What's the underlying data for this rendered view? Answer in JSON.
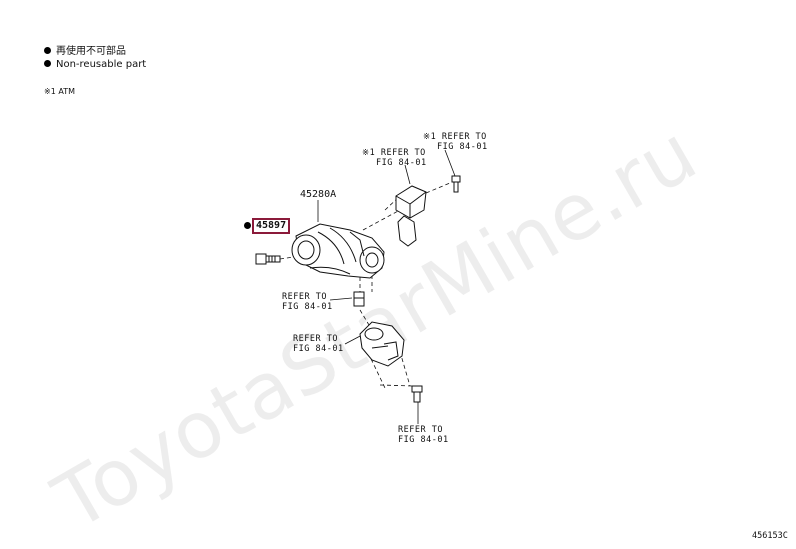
{
  "legend": {
    "line1": "再使用不可部品",
    "line2": "Non-reusable part",
    "note": "※1 ATM"
  },
  "callouts": {
    "part_highlight": "45897",
    "assembly": "45280A",
    "refer_top_right_1": "※1 REFER TO",
    "refer_top_right_2": "FIG 84-01",
    "refer_top_left_1": "※1 REFER TO",
    "refer_top_left_2": "FIG 84-01",
    "refer_mid_1": "REFER TO",
    "refer_mid_2": "FIG 84-01",
    "refer_low_1": "REFER TO",
    "refer_low_2": "FIG 84-01",
    "refer_bottom_1": "REFER TO",
    "refer_bottom_2": "FIG 84-01"
  },
  "footer": {
    "figure_code": "456153C"
  },
  "watermark": "ToyotaStarMine.ru",
  "colors": {
    "highlight": "#8b1a3a",
    "line": "#111111"
  }
}
